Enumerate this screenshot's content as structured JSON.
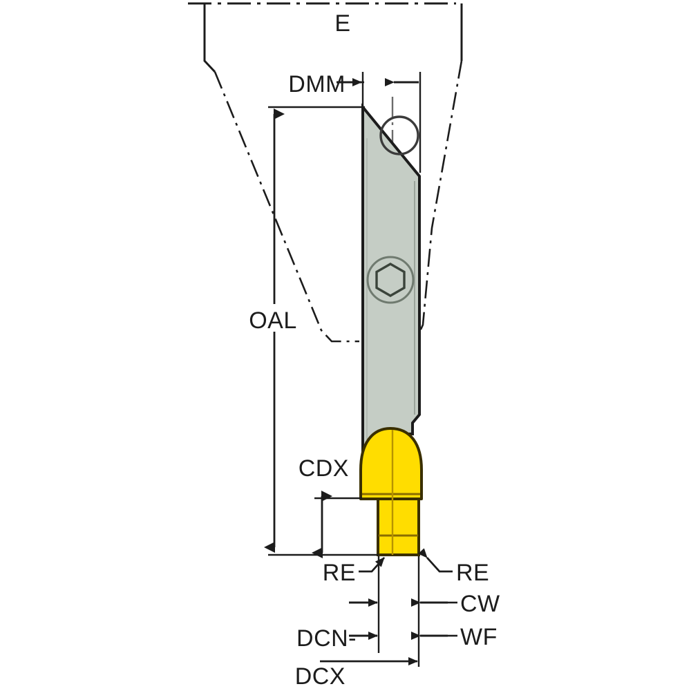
{
  "drawing": {
    "title": "Parting and grooving tool holder technical drawing",
    "background_color": "#ffffff",
    "line_color": "#1c1c1c",
    "blade_fill_color": "#c5cdc5",
    "blade_edge_color": "#1c1c1c",
    "insert_fill_color": "#ffdd00",
    "insert_edge_color": "#3a2f00",
    "centerline_color": "#6b6b6b",
    "dimension_labels": {
      "e": "E",
      "dmm": "DMM",
      "oal": "OAL",
      "cdx": "CDX",
      "re_left": "RE",
      "re_right": "RE",
      "cw": "CW",
      "wf": "WF",
      "dcn_dcx_line1": "DCN-",
      "dcn_dcx_line2": "DCX"
    },
    "features": {
      "coolant_hole": "circular-hole",
      "clamp_screw": "hex-socket-screw",
      "blade_chamfer": "top-left-angled-face",
      "insert_tip": "rounded-dome-insert",
      "insert_neck": "rectangular-shank"
    }
  },
  "chart_data": {
    "type": "table",
    "title": "Tool holder dimension callouts",
    "categories": [
      "E",
      "DMM",
      "OAL",
      "CDX",
      "RE",
      "CW",
      "WF",
      "DCN-DCX"
    ],
    "values": [],
    "xlabel": "",
    "ylabel": ""
  }
}
